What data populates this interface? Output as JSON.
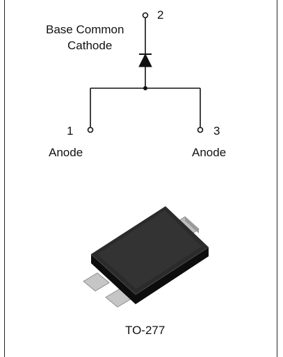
{
  "schematic": {
    "pin2_number": "2",
    "pin2_label_line1": "Base Common",
    "pin2_label_line2": "Cathode",
    "pin1_number": "1",
    "pin1_label": "Anode",
    "pin3_number": "3",
    "pin3_label": "Anode"
  },
  "package": {
    "name": "TO-277"
  }
}
